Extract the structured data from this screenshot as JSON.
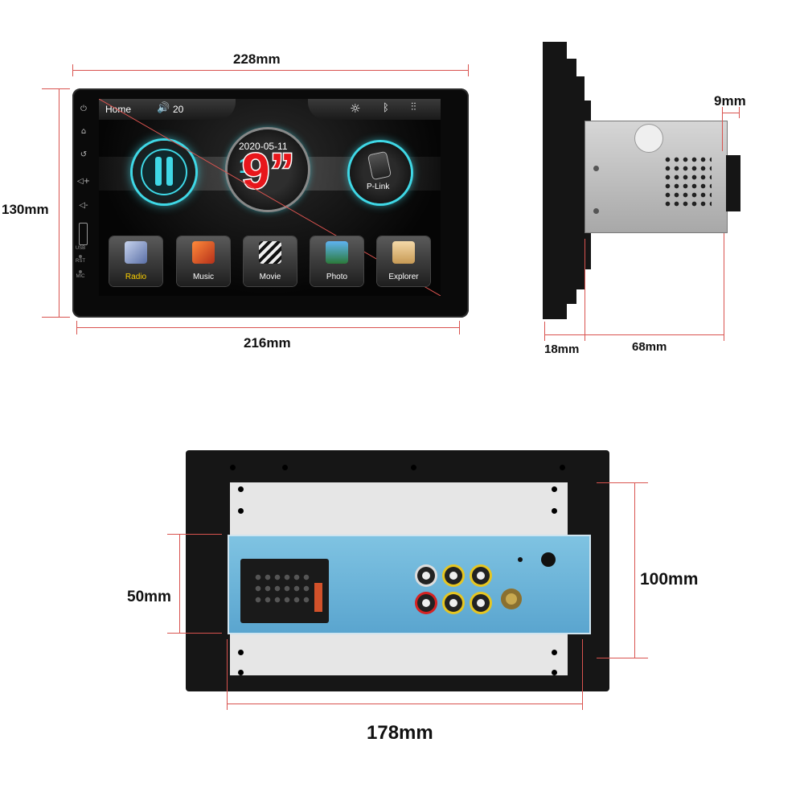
{
  "dimensions": {
    "front_width_top": "228mm",
    "front_height": "130mm",
    "front_width_bottom": "216mm",
    "side_depth_faceplate": "18mm",
    "side_depth_body": "68mm",
    "side_bracket": "9mm",
    "rear_connector_height": "50mm",
    "rear_height": "100mm",
    "rear_width": "178mm"
  },
  "screen": {
    "home_label": "Home",
    "volume": "20",
    "date": "2020-05-11",
    "time_partial": "1",
    "plink_label": "P-Link",
    "size_badge": "9”",
    "apps": [
      {
        "label": "Radio",
        "icon": "satellite-icon"
      },
      {
        "label": "Music",
        "icon": "music-note-icon"
      },
      {
        "label": "Movie",
        "icon": "clapper-icon"
      },
      {
        "label": "Photo",
        "icon": "photo-icon"
      },
      {
        "label": "Explorer",
        "icon": "folder-icon"
      }
    ],
    "side_labels": [
      "USB",
      "RST",
      "MIC"
    ]
  },
  "colors": {
    "dimension_line": "#d9534f",
    "accent_cyan": "#3fd8e6",
    "badge_red": "#e8161b",
    "radio_label": "#ffd200"
  }
}
